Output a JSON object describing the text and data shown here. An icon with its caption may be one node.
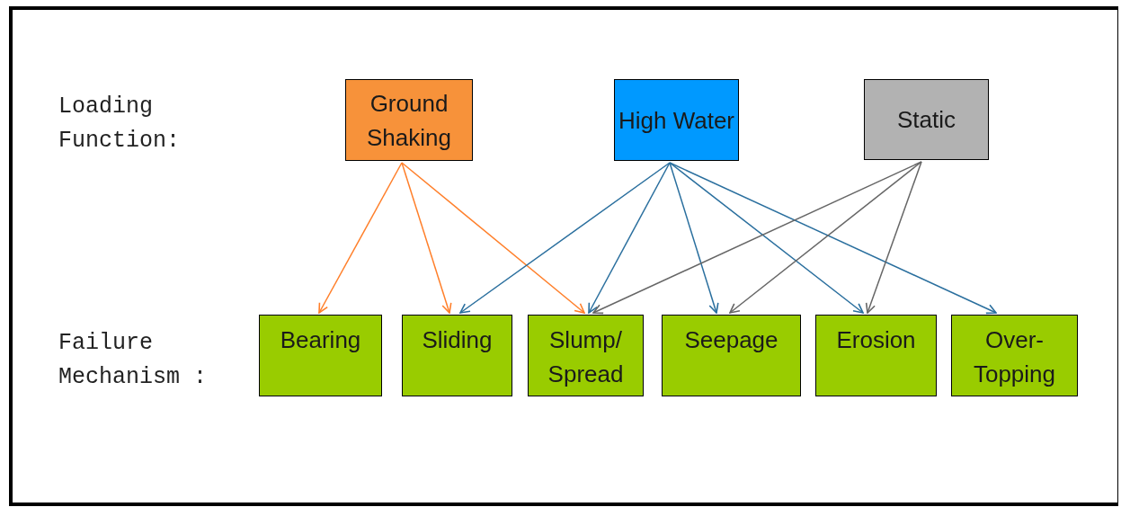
{
  "diagram": {
    "nodes": [
      {
        "text": [
          "Ground Shaking"
        ]
      },
      {
        "text": [
          "High Water"
        ]
      },
      {
        "text": [
          "Static"
        ]
      },
      {
        "text": [
          "Bearing"
        ]
      },
      {
        "text": [
          "Sliding"
        ]
      },
      {
        "text": [
          "Slump/ Spread"
        ]
      },
      {
        "text": [
          "Seepage"
        ]
      },
      {
        "text": [
          "Erosion"
        ]
      },
      {
        "text": [
          "Over- Topping"
        ]
      }
    ],
    "edges": [
      {
        "from": 0,
        "to": 3,
        "arrow": "to",
        "color": "#ff7f2a"
      },
      {
        "from": 0,
        "to": 4,
        "arrow": "to",
        "color": "#ff7f2a"
      },
      {
        "from": 0,
        "to": 5,
        "arrow": "to",
        "color": "#ff7f2a"
      },
      {
        "from": 1,
        "to": 4,
        "arrow": "to"
      },
      {
        "from": 1,
        "to": 5,
        "arrow": "to"
      },
      {
        "from": 1,
        "to": 6,
        "arrow": "to"
      },
      {
        "from": 1,
        "to": 7,
        "arrow": "to"
      },
      {
        "from": 1,
        "to": 8,
        "arrow": "to"
      },
      {
        "from": 2,
        "to": 5,
        "arrow": "to",
        "color": "#666666"
      },
      {
        "from": 2,
        "to": 6,
        "arrow": "to",
        "color": "#666666"
      },
      {
        "from": 2,
        "to": 7,
        "arrow": "to",
        "color": "#666666"
      }
    ],
    "labels": [
      "Loading Function:",
      "Failure Mechanism :"
    ]
  }
}
